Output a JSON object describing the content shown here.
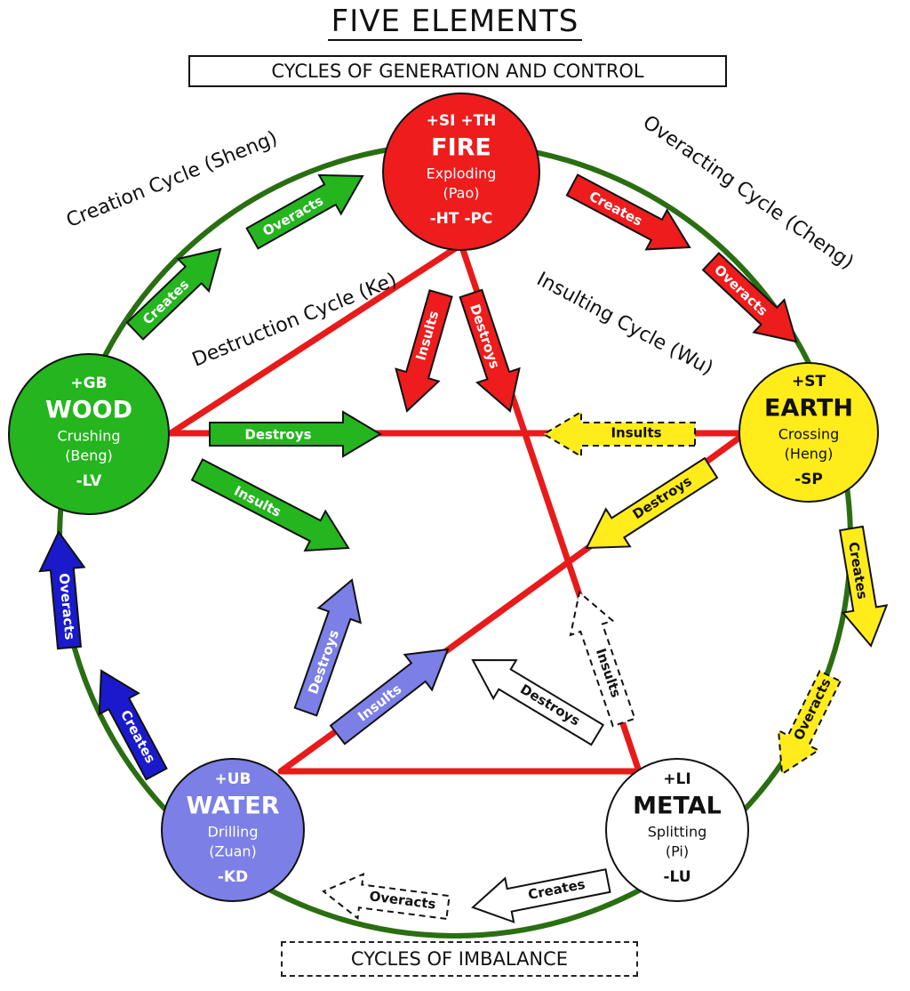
{
  "title": "FIVE ELEMENTS",
  "subtitle": "CYCLES OF GENERATION AND CONTROL",
  "footer": "CYCLES OF IMBALANCE",
  "cycle_labels": {
    "sheng": "Creation Cycle (Sheng)",
    "ke": "Destruction Cycle (Ke)",
    "cheng": "Overacting Cycle (Cheng)",
    "wu": "Insulting Cycle (Wu)"
  },
  "colors": {
    "fire": "#ee1c1c",
    "earth": "#ffec1a",
    "metal": "#ffffff",
    "water": "#7b7fe6",
    "wood": "#25b51f",
    "ring": "#2a6e12",
    "star": "#e81a1a"
  },
  "nodes": {
    "fire": {
      "top": "+SI  +TH",
      "name": "FIRE",
      "line1": "Exploding",
      "line2": "(Pao)",
      "bottom": "-HT   -PC"
    },
    "earth": {
      "top": "+ST",
      "name": "EARTH",
      "line1": "Crossing",
      "line2": "(Heng)",
      "bottom": "-SP"
    },
    "metal": {
      "top": "+LI",
      "name": "METAL",
      "line1": "Splitting",
      "line2": "(Pi)",
      "bottom": "-LU"
    },
    "water": {
      "top": "+UB",
      "name": "WATER",
      "line1": "Drilling",
      "line2": "(Zuan)",
      "bottom": "-KD"
    },
    "wood": {
      "top": "+GB",
      "name": "WOOD",
      "line1": "Crushing",
      "line2": "(Beng)",
      "bottom": "-LV"
    }
  },
  "arrow_labels": {
    "creates": "Creates",
    "overacts": "Overacts",
    "destroys": "Destroys",
    "insults": "Insults"
  }
}
